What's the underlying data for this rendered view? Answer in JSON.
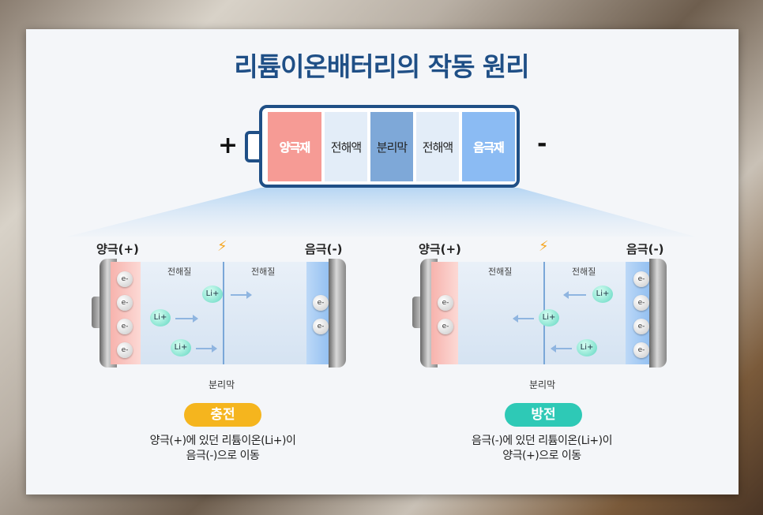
{
  "title": "리튬이온배터리의 작동 원리",
  "battery": {
    "plus_sign": "+",
    "minus_sign": "-",
    "segments": [
      {
        "label": "양극재",
        "color": "#f69b95"
      },
      {
        "label": "전해액",
        "color": "#e3edf8"
      },
      {
        "label": "분리막",
        "color": "#7ea8d8"
      },
      {
        "label": "전해액",
        "color": "#e3edf8"
      },
      {
        "label": "음극재",
        "color": "#8bbbf3"
      }
    ]
  },
  "charge": {
    "left_label": "양극(+)",
    "right_label": "음극(-)",
    "electrolyte_left": "전해질",
    "electrolyte_right": "전해질",
    "separator_label": "분리막",
    "electron": "e-",
    "ion": "Li+",
    "badge": "충전",
    "badge_color": "#f5b51e",
    "desc_line1": "양극(+)에 있던 리튬이온(Li+)이",
    "desc_line2": "음극(-)으로 이동"
  },
  "discharge": {
    "left_label": "양극(+)",
    "right_label": "음극(-)",
    "electrolyte_left": "전해질",
    "electrolyte_right": "전해질",
    "separator_label": "분리막",
    "electron": "e-",
    "ion": "Li+",
    "badge": "방전",
    "badge_color": "#2ec9b6",
    "desc_line1": "음극(-)에 있던 리튬이온(Li+)이",
    "desc_line2": "양극(+)으로 이동"
  },
  "colors": {
    "title": "#1f4f86",
    "bolt": "#f5a623"
  }
}
